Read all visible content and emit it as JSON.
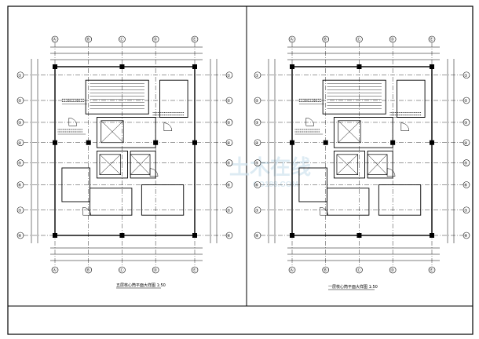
{
  "drawing": {
    "left_panel": {
      "caption": "五层核心筒平面大样图 1:50",
      "grid_labels_left": [
        "①",
        "②",
        "③",
        "④",
        "⑤",
        "⑥",
        "⑦",
        "⑧"
      ],
      "grid_labels_top": [
        "Ⓐ",
        "Ⓑ",
        "Ⓒ",
        "Ⓓ",
        "Ⓔ"
      ]
    },
    "right_panel": {
      "caption": "一层核心筒平面大样图 1:50",
      "grid_labels_left": [
        "①",
        "②",
        "③",
        "④",
        "⑤",
        "⑥",
        "⑦",
        "⑧"
      ],
      "grid_labels_top": [
        "Ⓐ",
        "Ⓑ",
        "Ⓒ",
        "Ⓓ",
        "Ⓔ"
      ]
    },
    "watermark": "土木在线",
    "watermark_sub": "CO188.COM"
  }
}
